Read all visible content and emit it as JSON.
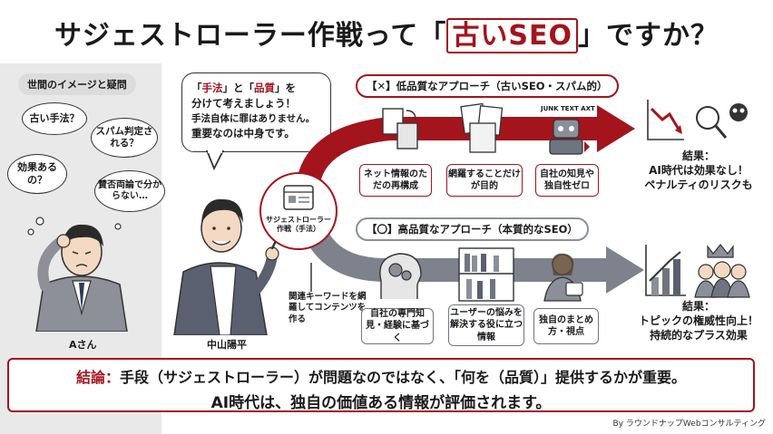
{
  "title": {
    "before": "サジェストローラー作戦って「",
    "highlight": "古いSEO",
    "after": "」ですか？"
  },
  "left": {
    "section_label": "世間のイメージと疑問",
    "thoughts": [
      "古い手法？",
      "スパム判定される？",
      "効果あるの？",
      "賛否両論で分からない…"
    ],
    "person_name": "Aさん"
  },
  "speaker": {
    "line1_pre": "「",
    "line1_red1": "手法",
    "line1_mid": "」と「",
    "line1_red2": "品質",
    "line1_post": "」を",
    "line2": "分けて考えましょう！",
    "line3": "手法自体に罪はありません。",
    "line4": "重要なのは中身です。",
    "name": "中山陽平"
  },
  "hub": {
    "label": "サジェストローラー作戦（手法）",
    "note": "関連キーワードを網羅してコンテンツを作る"
  },
  "bad_path": {
    "tag": "【✕】低品質なアプローチ（古いSEO・スパム的）",
    "boxes": [
      "ネット情報のただの再構成",
      "網羅することだけが目的",
      "自社の知見や独自性ゼロ"
    ],
    "junk_label": "JUNK TEXT AXT",
    "result_title": "結果：",
    "result_line1": "AI時代は効果なし！",
    "result_line2": "ペナルティのリスクも"
  },
  "good_path": {
    "tag": "【〇】高品質なアプローチ（本質的なSEO）",
    "boxes": [
      "自社の専門知見・経験に基づく",
      "ユーザーの悩みを解決する役に立つ情報",
      "独自のまとめ方・視点"
    ],
    "result_title": "結果：",
    "result_line1": "トピックの権威性向上！",
    "result_line2": "持続的なプラス効果"
  },
  "conclusion": {
    "label": "結論：",
    "line1": "手段（サジェストローラー）が問題なのではなく、「何を（品質）」提供するかが重要。",
    "line2": "AI時代は、独自の価値ある情報が評価されます。"
  },
  "credit": "By ラウンドナップWebコンサルティング",
  "colors": {
    "accent_red": "#a3141c",
    "arrow_gray": "#7d828c"
  }
}
